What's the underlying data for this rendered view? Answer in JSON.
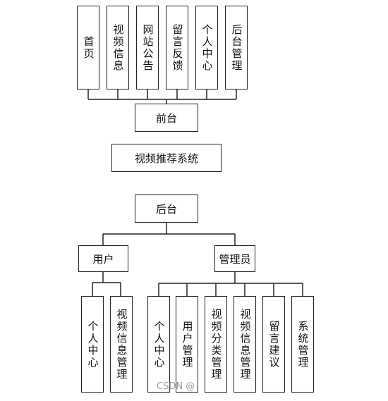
{
  "frontend": {
    "label": "前台",
    "modules": [
      "首页",
      "视频信息",
      "网站公告",
      "留言反馈",
      "个人中心",
      "后台管理"
    ]
  },
  "system": {
    "label": "视频推荐系统"
  },
  "backend": {
    "label": "后台",
    "user": {
      "label": "用户",
      "modules": [
        "个人中心",
        "视频信息管理"
      ]
    },
    "admin": {
      "label": "管理员",
      "modules": [
        "个人中心",
        "用户管理",
        "视频分类管理",
        "视频信息管理",
        "留言建议",
        "系统管理"
      ]
    }
  },
  "watermark": "CSDN @"
}
